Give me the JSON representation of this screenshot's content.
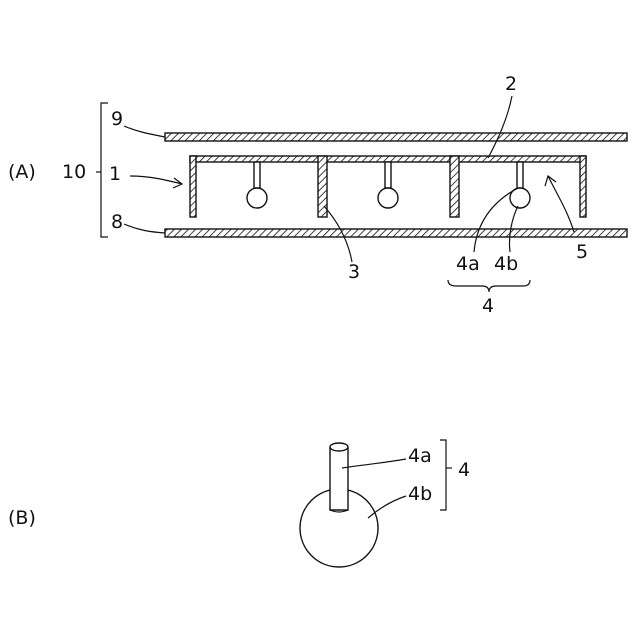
{
  "figure_a": {
    "panel_label": "(A)",
    "labels": {
      "ref_10": "10",
      "ref_1": "1",
      "ref_9": "9",
      "ref_8": "8",
      "ref_2": "2",
      "ref_3": "3",
      "ref_4a": "4a",
      "ref_4b": "4b",
      "ref_4": "4",
      "ref_5": "5"
    }
  },
  "figure_b": {
    "panel_label": "(B)",
    "labels": {
      "ref_4a": "4a",
      "ref_4b": "4b",
      "ref_4": "4"
    }
  }
}
